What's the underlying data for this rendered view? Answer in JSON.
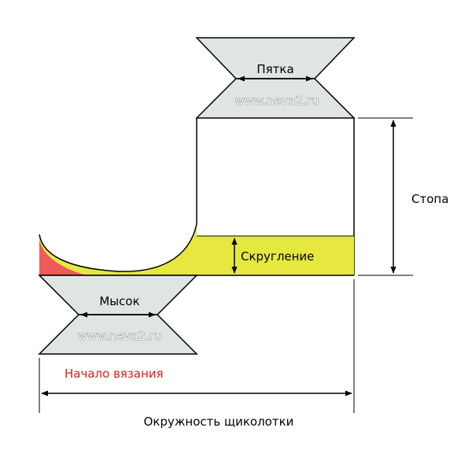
{
  "labels": {
    "heel": "Пятка",
    "foot": "Стопа",
    "rounding": "Скругление",
    "toe": "Мысок",
    "start": "Начало вязания",
    "circumference": "Окружность щиколотки"
  },
  "watermark": "www.neva2.ru",
  "colors": {
    "trapezoid_fill": "#dfe6e2",
    "rounding_fill": "#e6e83f",
    "start_fill": "#f05a5a",
    "start_text": "#e31b1b",
    "line": "#000000"
  }
}
